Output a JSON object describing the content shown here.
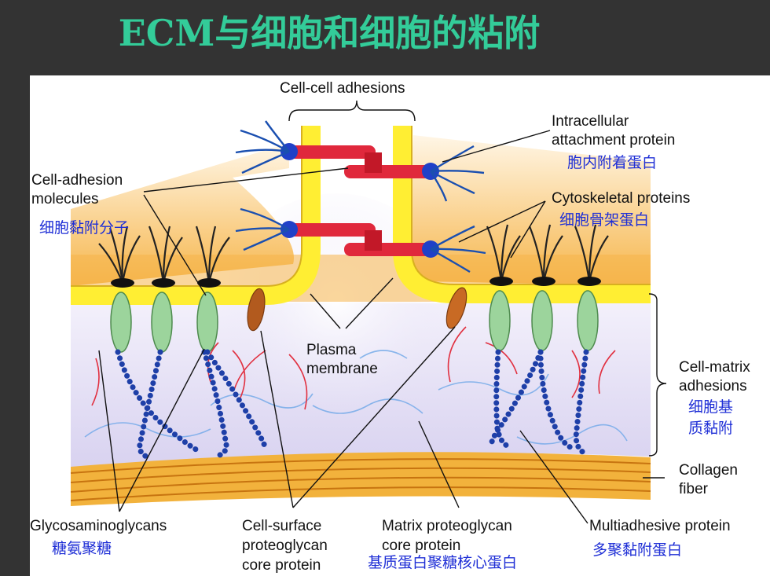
{
  "title": "ECM与细胞和细胞的粘附",
  "colors": {
    "slide_bg": "#333333",
    "title": "#33cc99",
    "chinese_label": "#1f2fd6",
    "membrane_yellow": "#ffee33",
    "cytoplasm_orange": "#f6b54a",
    "ecm_lavender": "#e6e2f6",
    "cadherin_red": "#e0283c",
    "integrin_green": "#9cd49c",
    "gag_blue": "#1e3fa8",
    "collagen": "#f0a830"
  },
  "labels": {
    "cell_cell": "Cell-cell adhesions",
    "intracellular_1": "Intracellular",
    "intracellular_2": "attachment protein",
    "intracellular_zh": "胞内附着蛋白",
    "cam_1": "Cell-adhesion",
    "cam_2": "molecules",
    "cam_zh": "细胞黏附分子",
    "cytoskeletal": "Cytoskeletal proteins",
    "cytoskeletal_zh": "细胞骨架蛋白",
    "plasma_1": "Plasma",
    "plasma_2": "membrane",
    "cell_matrix_1": "Cell-matrix",
    "cell_matrix_2": "adhesions",
    "cell_matrix_zh_1": "细胞基",
    "cell_matrix_zh_2": "质黏附",
    "collagen_1": "Collagen",
    "collagen_2": "fiber",
    "gag": "Glycosaminoglycans",
    "gag_zh": "糖氨聚糖",
    "csp_1": "Cell-surface",
    "csp_2": "proteoglycan",
    "csp_3": "core protein",
    "mpg_1": "Matrix proteoglycan",
    "mpg_2": "core protein",
    "mpg_zh": "基质蛋白聚糖核心蛋白",
    "multi": "Multiadhesive protein",
    "multi_zh": "多聚黏附蛋白"
  }
}
